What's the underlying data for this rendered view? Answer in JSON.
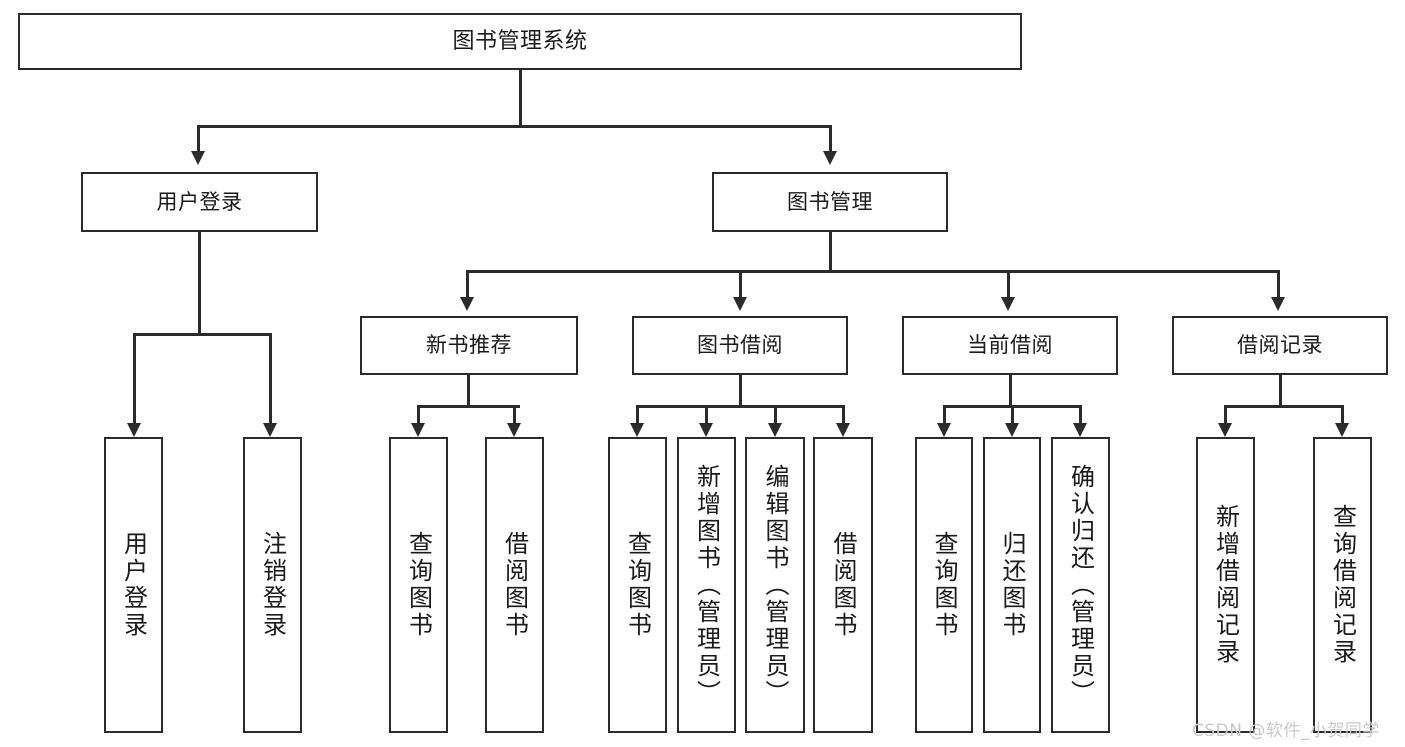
{
  "diagram": {
    "title": "图书管理系统",
    "type": "hierarchy-tree",
    "watermark": "CSDN @软件_小贺同学",
    "colors": {
      "stroke": "#2b2b2b",
      "fill": "#ffffff",
      "text": "#1a1a1a",
      "watermark": "#c9c9c9"
    },
    "root": {
      "label": "图书管理系统"
    },
    "level1": [
      {
        "label": "用户登录"
      },
      {
        "label": "图书管理"
      }
    ],
    "level2": [
      {
        "label": "新书推荐"
      },
      {
        "label": "图书借阅"
      },
      {
        "label": "当前借阅"
      },
      {
        "label": "借阅记录"
      }
    ],
    "leaves": {
      "user_login": [
        {
          "label": "用户登录"
        },
        {
          "label": "注销登录"
        }
      ],
      "new_book_recommend": [
        {
          "label": "查询图书"
        },
        {
          "label": "借阅图书"
        }
      ],
      "book_borrow": [
        {
          "label": "查询图书"
        },
        {
          "label": "新增图书（管理员）"
        },
        {
          "label": "编辑图书（管理员）"
        },
        {
          "label": "借阅图书"
        }
      ],
      "current_borrow": [
        {
          "label": "查询图书"
        },
        {
          "label": "归还图书"
        },
        {
          "label": "确认归还（管理员）"
        }
      ],
      "borrow_record": [
        {
          "label": "新增借阅记录"
        },
        {
          "label": "查询借阅记录"
        }
      ]
    }
  }
}
